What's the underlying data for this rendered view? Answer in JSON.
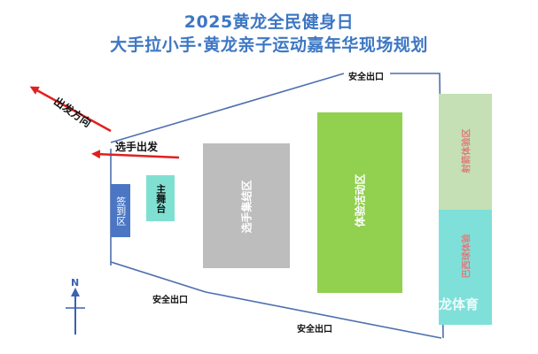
{
  "title": {
    "line1": "2025黄龙全民健身日",
    "line2": "大手拉小手·黄龙亲子运动嘉年华现场规划"
  },
  "labels": {
    "exit_top": "安全出口",
    "exit_bottom_left": "安全出口",
    "exit_bottom": "安全出口",
    "departure_direction": "出发方向",
    "player_start": "选手出发",
    "north": "N"
  },
  "zones": {
    "checkin": "签到区",
    "main_stage": "主舞台",
    "player_gathering": "选手集结区",
    "sports_experience": "体验活动区",
    "shooting_experience": "射箭体验区",
    "archery_experience": "巴西球体验"
  },
  "watermark": "龙体育",
  "colors": {
    "title": "#3d77c4",
    "checkin": "#4a76c4",
    "main_stage": "#7fe0d2",
    "player_gathering": "#bdbdbd",
    "sports_experience": "#92d050",
    "shooting_experience": "#c5e0b4",
    "archery_experience": "#7fe0d9",
    "arrow": "#e02020",
    "north_arrow": "#3a63b0"
  }
}
